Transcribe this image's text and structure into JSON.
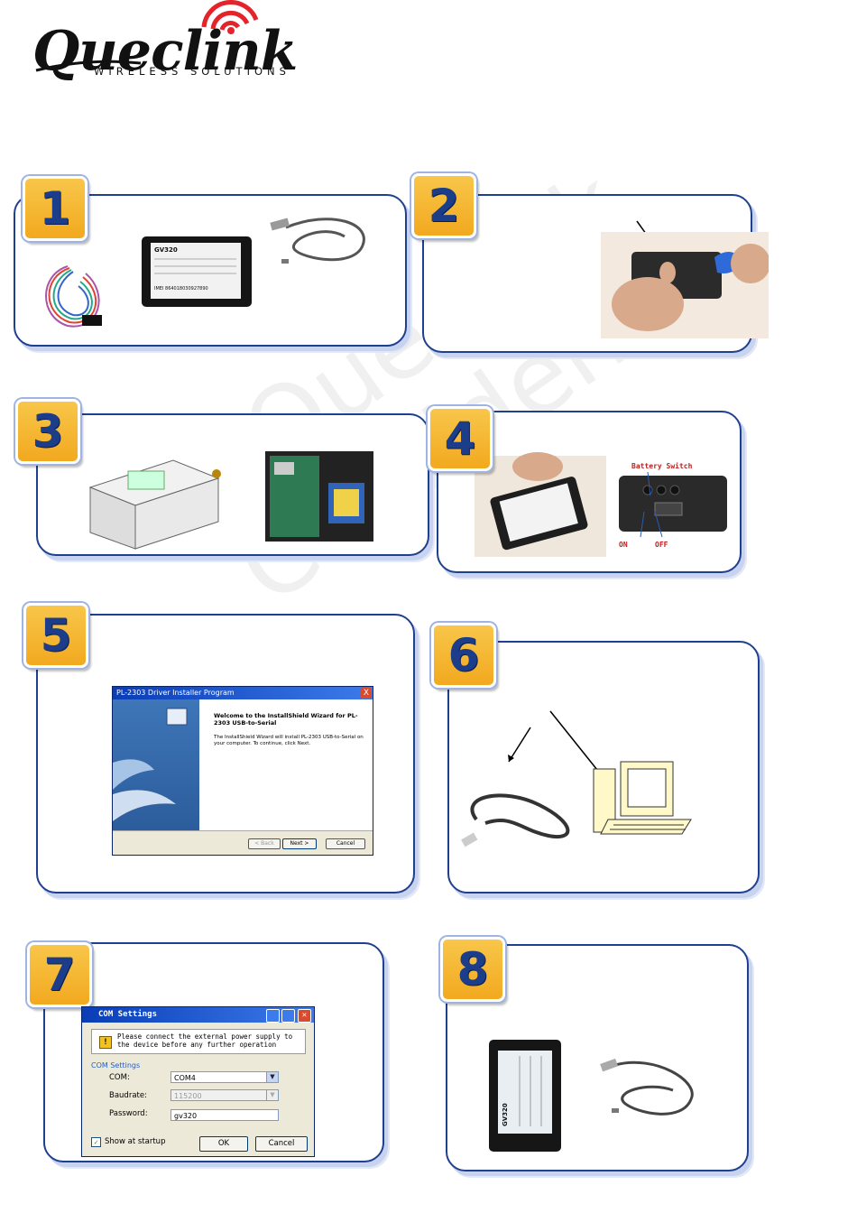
{
  "logo": {
    "wordmark": "Queclink",
    "tagline": "WIRELESS SOLUTIONS"
  },
  "watermark": {
    "line1": "Queclink",
    "line2": "Confidential"
  },
  "steps": [
    {
      "number": "1"
    },
    {
      "number": "2"
    },
    {
      "number": "3"
    },
    {
      "number": "4"
    },
    {
      "number": "5"
    },
    {
      "number": "6"
    },
    {
      "number": "7"
    },
    {
      "number": "8"
    }
  ],
  "device_label": {
    "model": "GV320",
    "imei": "IMEI 864018030927890"
  },
  "battery_annotation": {
    "title": "Battery Switch",
    "on": "ON",
    "off": "OFF"
  },
  "installer": {
    "title": "PL-2303 Driver Installer Program",
    "heading": "Welcome to the InstallShield Wizard for PL-2303 USB-to-Serial",
    "body": "The InstallShield Wizard will install PL-2303 USB-to-Serial on your computer. To continue, click Next.",
    "back": "< Back",
    "next": "Next >",
    "cancel": "Cancel",
    "close": "X"
  },
  "com_settings": {
    "title": "COM Settings",
    "warning": "Please connect the external power supply to the device before any further operation",
    "group": "COM Settings",
    "com_label": "COM:",
    "com_value": "COM4",
    "baud_label": "Baudrate:",
    "baud_value": "115200",
    "password_label": "Password:",
    "password_value": "gv320",
    "show_startup": "Show at startup",
    "ok": "OK",
    "cancel": "Cancel"
  },
  "colors": {
    "panel_border": "#1f3f8f",
    "badge_fill": "#f2a91f",
    "badge_digit": "#1c3d8a"
  }
}
